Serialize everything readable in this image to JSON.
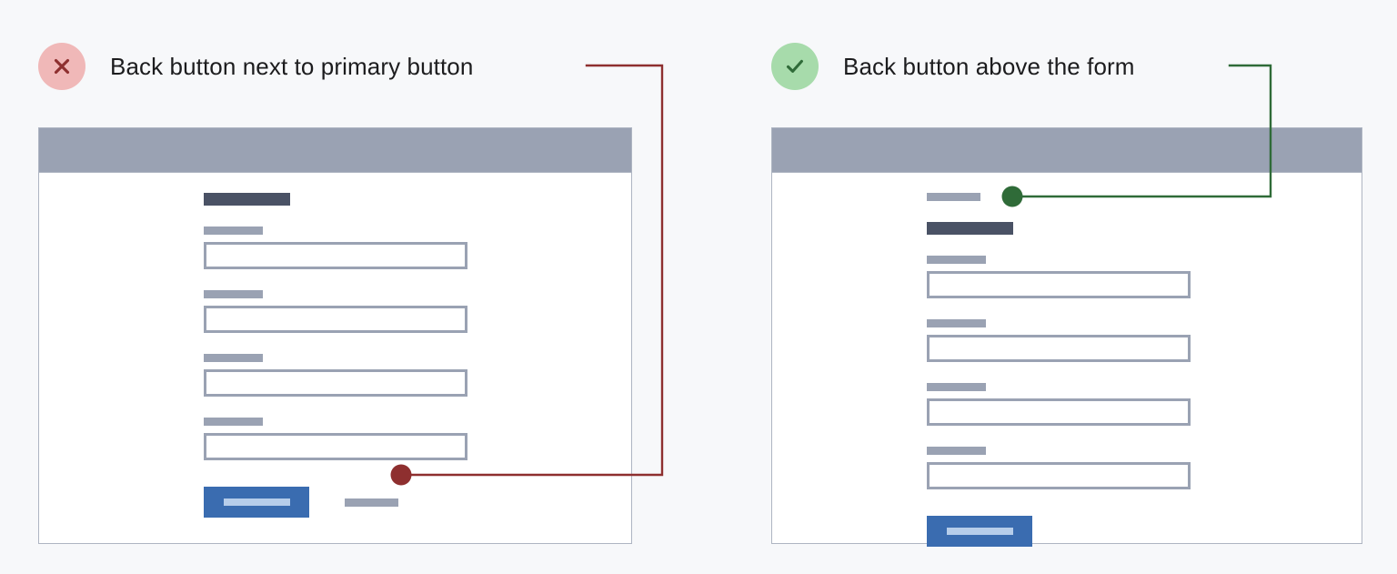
{
  "page": {
    "background": "#f7f8fa",
    "text_color": "#1c1c1e"
  },
  "colors": {
    "bad_badge_bg": "#f0b8b8",
    "bad_accent": "#8e2f2f",
    "good_badge_bg": "#a7dbab",
    "good_accent": "#2f6b38",
    "chrome": "#9aa2b3",
    "wire_muted": "#9aa2b3",
    "wire_title": "#4a5265",
    "button_primary": "#3a6cb0",
    "button_glyph": "#b6cdea",
    "card_border": "#aeb5c2",
    "card_bg": "#ffffff"
  },
  "examples": [
    {
      "id": "dont",
      "status": "incorrect",
      "status_icon": "x-icon",
      "caption": "Back button next to primary button",
      "callout_color": "#8e2f2f",
      "mock": {
        "chrome_label": "browser-chrome-bar",
        "title_block": "form-title",
        "fields": [
          {
            "label": "field-label-1",
            "input": "field-input-1"
          },
          {
            "label": "field-label-2",
            "input": "field-input-2"
          },
          {
            "label": "field-label-3",
            "input": "field-input-3"
          },
          {
            "label": "field-label-4",
            "input": "field-input-4"
          }
        ],
        "actions": {
          "primary_button": "primary-submit-button",
          "back_link": "back-link-inline",
          "back_link_position": "next-to-primary"
        }
      }
    },
    {
      "id": "do",
      "status": "correct",
      "status_icon": "check-icon",
      "caption": "Back button above the form",
      "callout_color": "#2f6b38",
      "mock": {
        "chrome_label": "browser-chrome-bar",
        "title_block": "form-title",
        "fields": [
          {
            "label": "field-label-1",
            "input": "field-input-1"
          },
          {
            "label": "field-label-2",
            "input": "field-input-2"
          },
          {
            "label": "field-label-3",
            "input": "field-input-3"
          },
          {
            "label": "field-label-4",
            "input": "field-input-4"
          }
        ],
        "actions": {
          "primary_button": "primary-submit-button",
          "back_link": "back-link-above",
          "back_link_position": "above-form"
        }
      }
    }
  ]
}
